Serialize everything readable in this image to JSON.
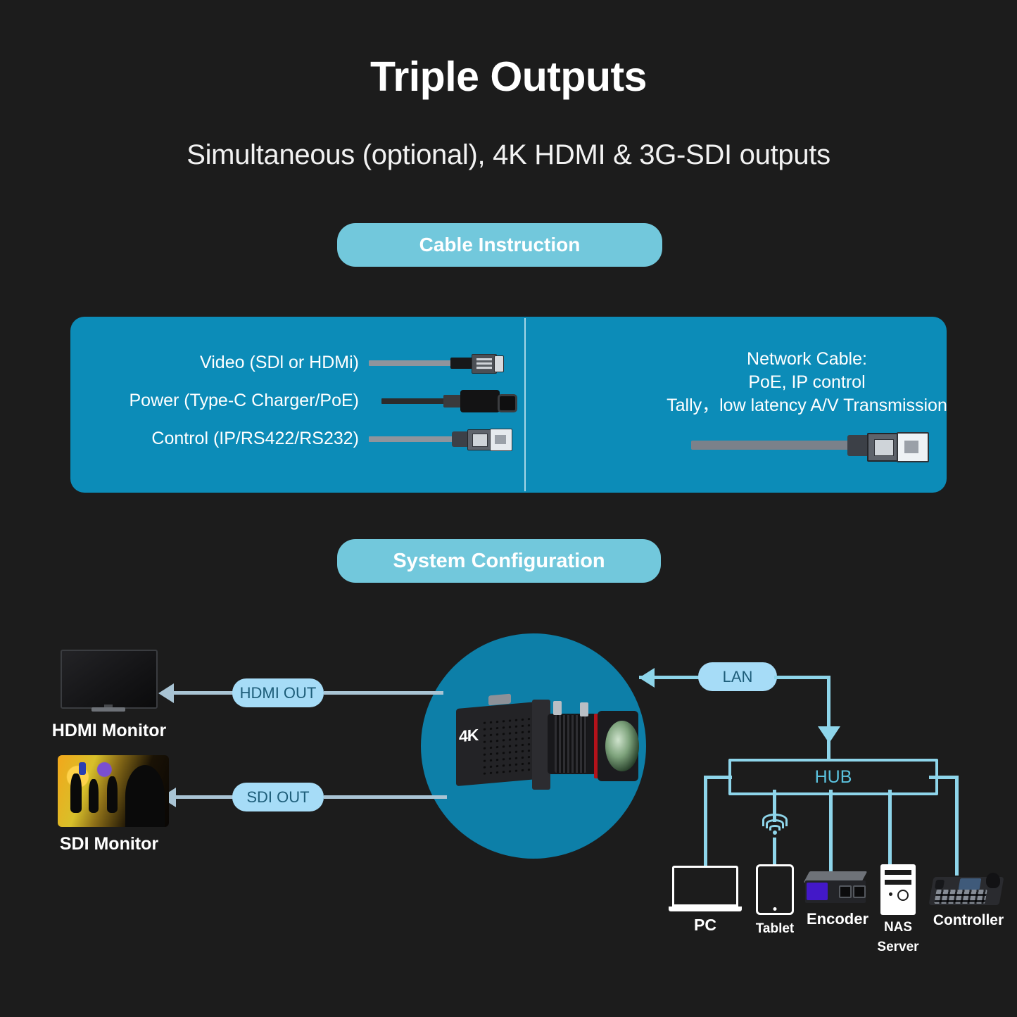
{
  "header": {
    "title": "Triple Outputs",
    "subtitle": "Simultaneous (optional), 4K HDMI & 3G-SDI outputs"
  },
  "sections": {
    "cable_instruction_label": "Cable Instruction",
    "system_configuration_label": "System Configuration"
  },
  "cable_panel": {
    "rows": [
      {
        "label": "Video (SDl or HDMi)",
        "connector": "bnc-sdi-connector-icon"
      },
      {
        "label": "Power (Type-C Charger/PoE)",
        "connector": "usb-type-c-connector-icon"
      },
      {
        "label": "Control (IP/RS422/RS232)",
        "connector": "rj45-connector-icon"
      }
    ],
    "network": {
      "line1": "Network Cable:",
      "line2": "PoE, IP control",
      "line3": "Tally，low latency A/V Transmission",
      "connector": "rj45-network-connector-icon"
    }
  },
  "diagram": {
    "camera": {
      "badge": "4K",
      "name": "box-camera-4k"
    },
    "outputs": [
      {
        "pill": "HDMI OUT",
        "device_label": "HDMI Monitor"
      },
      {
        "pill": "SDI OUT",
        "device_label": "SDI Monitor"
      }
    ],
    "network_pill": "LAN",
    "hub_label": "HUB",
    "devices": [
      {
        "label": "PC",
        "icon": "laptop-icon"
      },
      {
        "label": "Tablet",
        "icon": "tablet-icon"
      },
      {
        "label": "Encoder",
        "icon": "encoder-icon"
      },
      {
        "label": "NAS\nServer",
        "label_line1": "NAS",
        "label_line2": "Server",
        "icon": "nas-server-icon"
      },
      {
        "label": "Controller",
        "icon": "ptz-controller-icon"
      }
    ]
  },
  "colors": {
    "background": "#1c1c1c",
    "panel_blue": "#0c8cb8",
    "button_cyan": "#72c8dc",
    "pill_blue": "#a6dcf7",
    "pill_text": "#1d5d79",
    "line_cyan": "#8ed5ea",
    "line_gray": "#a9c4d4",
    "camera_circle": "#0d7fa8",
    "text_white": "#ffffff"
  }
}
